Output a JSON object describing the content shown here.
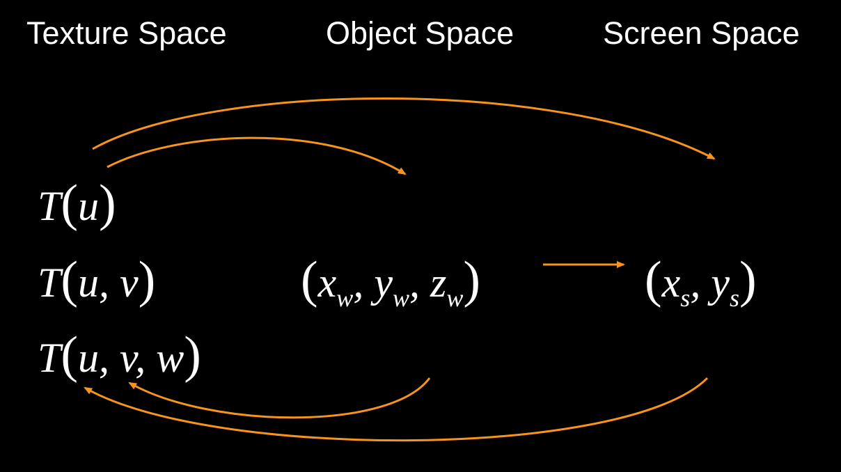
{
  "headings": {
    "texture": "Texture Space",
    "object": "Object Space",
    "screen": "Screen Space"
  },
  "texture_coords": {
    "t1": {
      "fn": "T",
      "open": "(",
      "args": "u",
      "close": ")"
    },
    "t2": {
      "fn": "T",
      "open": "(",
      "a1": "u",
      "sep1": ",",
      "a2": "v",
      "close": ")"
    },
    "t3": {
      "fn": "T",
      "open": "(",
      "a1": "u",
      "sep1": ",",
      "a2": "v",
      "sep2": ",",
      "a3": "w",
      "close": ")"
    }
  },
  "object_coords": {
    "open": "(",
    "x": "x",
    "x_sub": "w",
    "sep1": ",",
    "y": "y",
    "y_sub": "w",
    "sep2": ",",
    "z": "z",
    "z_sub": "w",
    "close": ")"
  },
  "screen_coords": {
    "open": "(",
    "x": "x",
    "x_sub": "s",
    "sep1": ",",
    "y": "y",
    "y_sub": "s",
    "close": ")"
  },
  "colors": {
    "background": "#000000",
    "text": "#ffffff",
    "arrow": "#f7941d"
  }
}
